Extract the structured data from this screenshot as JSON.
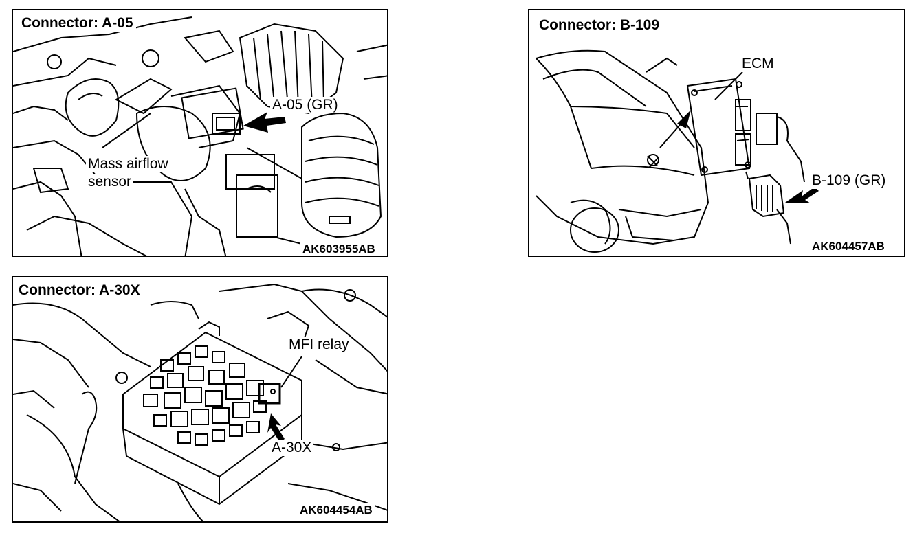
{
  "panels": {
    "a05": {
      "title": "Connector: A-05",
      "callout": "A-05 (GR)",
      "label_line1": "Mass airflow",
      "label_line2": "sensor",
      "code": "AK603955AB"
    },
    "b109": {
      "title": "Connector: B-109",
      "ecm_label": "ECM",
      "callout": "B-109 (GR)",
      "code": "AK604457AB"
    },
    "a30x": {
      "title": "Connector: A-30X",
      "relay_label": "MFI relay",
      "callout": "A-30X",
      "code": "AK604454AB"
    }
  }
}
